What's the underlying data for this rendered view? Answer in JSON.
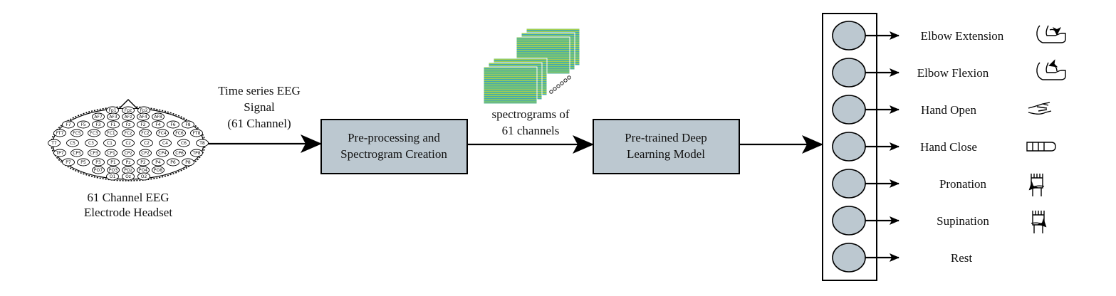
{
  "headset": {
    "caption_line1": "61 Channel EEG",
    "caption_line2": "Electrode Headset",
    "electrodes": [
      "Fp1",
      "Fpz",
      "Fp2",
      "AF7",
      "AF3",
      "AFz",
      "AF4",
      "AF8",
      "F7",
      "F5",
      "F3",
      "F1",
      "Fz",
      "F2",
      "F4",
      "F6",
      "F8",
      "FT7",
      "FC5",
      "FC3",
      "FC1",
      "FCz",
      "FC2",
      "FC4",
      "FC6",
      "FT8",
      "T7",
      "C5",
      "C3",
      "C1",
      "Cz",
      "C2",
      "C4",
      "C6",
      "T8",
      "TP7",
      "CP5",
      "CP3",
      "CP1",
      "CPz",
      "CP2",
      "CP4",
      "CP6",
      "TP8",
      "P7",
      "P5",
      "P3",
      "P1",
      "Pz",
      "P2",
      "P4",
      "P6",
      "P8",
      "PO7",
      "PO3",
      "POz",
      "PO4",
      "PO8",
      "O1",
      "Oz",
      "O2"
    ]
  },
  "signal_label": {
    "line1": "Time series EEG",
    "line2": "Signal",
    "line3": "(61 Channel)"
  },
  "preprocessing": {
    "line1": "Pre-processing and",
    "line2": "Spectrogram Creation"
  },
  "spectrogram_label": {
    "line1": "spectrograms of",
    "line2": "61 channels"
  },
  "model": {
    "line1": "Pre-trained  Deep",
    "line2": "Learning Model"
  },
  "outputs": [
    {
      "label": "Elbow Extension",
      "icon": "elbow-extension-icon"
    },
    {
      "label": "Elbow Flexion",
      "icon": "elbow-flexion-icon"
    },
    {
      "label": "Hand Open",
      "icon": "hand-open-icon"
    },
    {
      "label": "Hand Close",
      "icon": "hand-close-icon"
    },
    {
      "label": "Pronation",
      "icon": "pronation-icon"
    },
    {
      "label": "Supination",
      "icon": "supination-icon"
    },
    {
      "label": "Rest",
      "icon": "rest-icon"
    }
  ],
  "colors": {
    "box_fill": "#bcc8d0",
    "spectrogram_top": "#2e8fd0",
    "spectrogram_mid": "#3fb88a",
    "spectrogram_bottom": "#c8d63a"
  }
}
